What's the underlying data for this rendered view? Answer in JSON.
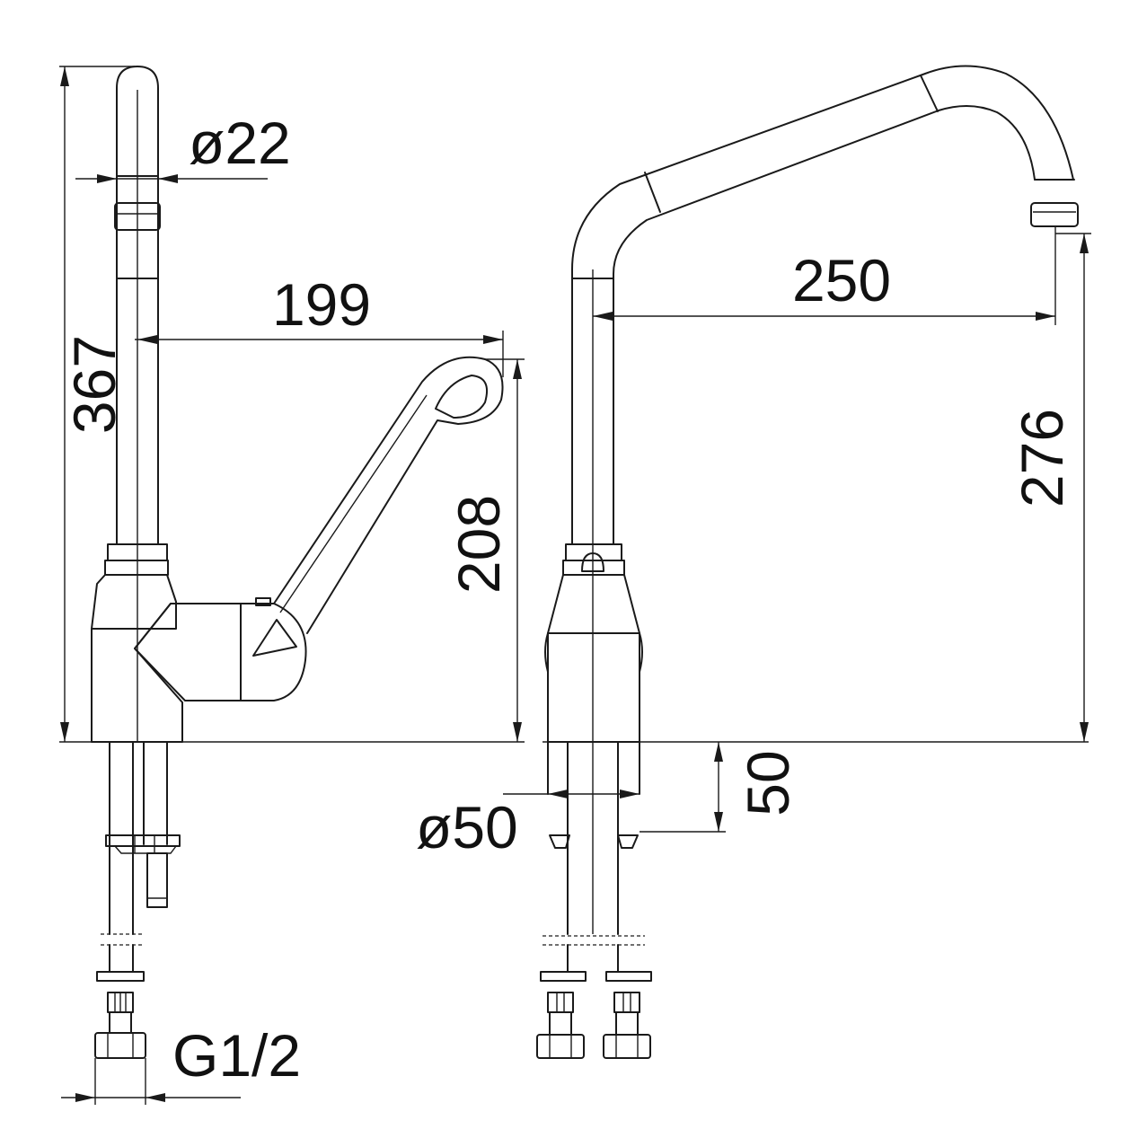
{
  "dimensions": {
    "total_height": "367",
    "spout_diameter": "ø22",
    "lever_reach": "199",
    "lever_height": "208",
    "spout_reach": "250",
    "spout_height": "276",
    "shank_length": "50",
    "body_diameter": "ø50",
    "connection_thread": "G1/2"
  }
}
